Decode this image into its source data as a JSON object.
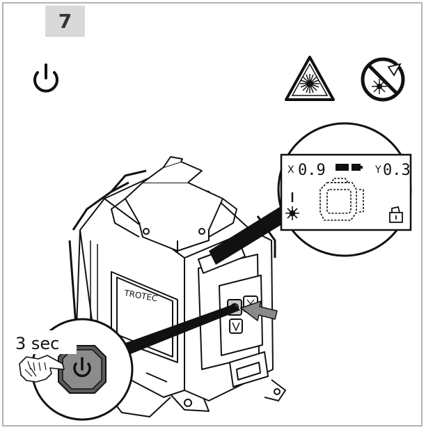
{
  "step": {
    "number": "7"
  },
  "icons": {
    "power": "power-icon",
    "laser_warning": "laser-warning-icon",
    "no_laser_stare": "no-laser-stare-icon",
    "hand_press": "hand-pointing-icon",
    "power_button": "power-button-icon"
  },
  "press_duration": "3 sec",
  "display": {
    "x_label": "X",
    "x_value": "0.9",
    "y_label": "Y",
    "y_value": "0.3"
  },
  "brand": "TROTEC",
  "colors": {
    "badge_bg": "#d9d9d9",
    "line": "#111111",
    "button_face": "#8c8c8c",
    "arrow_fill": "#8a8a8a"
  }
}
